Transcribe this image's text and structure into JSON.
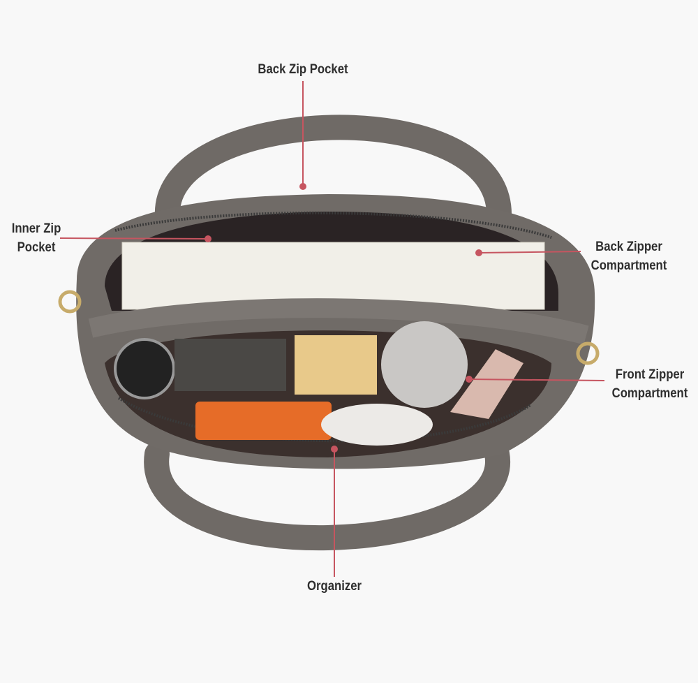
{
  "callouts": {
    "back_zip_pocket": "Back Zip Pocket",
    "inner_zip_pocket": [
      "Inner Zip",
      "Pocket"
    ],
    "back_zipper_compartment": [
      "Back Zipper",
      "Compartment"
    ],
    "front_zipper_compartment": [
      "Front Zipper",
      "Compartment"
    ],
    "organizer": "Organizer"
  },
  "colors": {
    "leader_line": "#c65560",
    "bag": "#6f6a66",
    "background": "#f8f8f8"
  }
}
